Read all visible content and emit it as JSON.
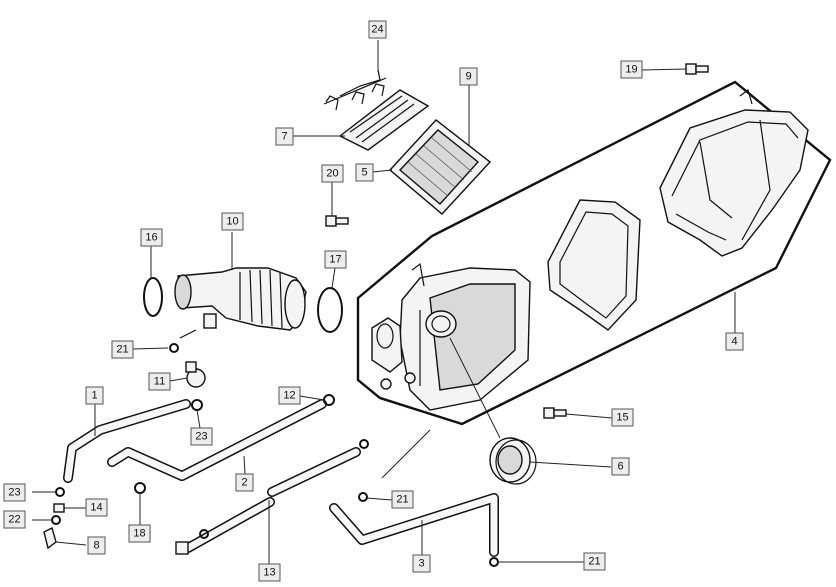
{
  "callouts": [
    {
      "id": "c1",
      "label": "1"
    },
    {
      "id": "c2",
      "label": "2"
    },
    {
      "id": "c3",
      "label": "3"
    },
    {
      "id": "c4",
      "label": "4"
    },
    {
      "id": "c5",
      "label": "5"
    },
    {
      "id": "c6",
      "label": "6"
    },
    {
      "id": "c7",
      "label": "7"
    },
    {
      "id": "c8",
      "label": "8"
    },
    {
      "id": "c9",
      "label": "9"
    },
    {
      "id": "c10",
      "label": "10"
    },
    {
      "id": "c11",
      "label": "11"
    },
    {
      "id": "c12",
      "label": "12"
    },
    {
      "id": "c13",
      "label": "13"
    },
    {
      "id": "c14",
      "label": "14"
    },
    {
      "id": "c15",
      "label": "15"
    },
    {
      "id": "c16",
      "label": "16"
    },
    {
      "id": "c17",
      "label": "17"
    },
    {
      "id": "c18",
      "label": "18"
    },
    {
      "id": "c19",
      "label": "19"
    },
    {
      "id": "c20",
      "label": "20"
    },
    {
      "id": "c21a",
      "label": "21"
    },
    {
      "id": "c21b",
      "label": "21"
    },
    {
      "id": "c21c",
      "label": "21"
    },
    {
      "id": "c22",
      "label": "22"
    },
    {
      "id": "c23a",
      "label": "23"
    },
    {
      "id": "c23b",
      "label": "23"
    },
    {
      "id": "c24",
      "label": "24"
    }
  ],
  "colors": {
    "line": "#111111",
    "callout_fill": "#ededed",
    "callout_border": "#555555",
    "background": "#ffffff"
  }
}
